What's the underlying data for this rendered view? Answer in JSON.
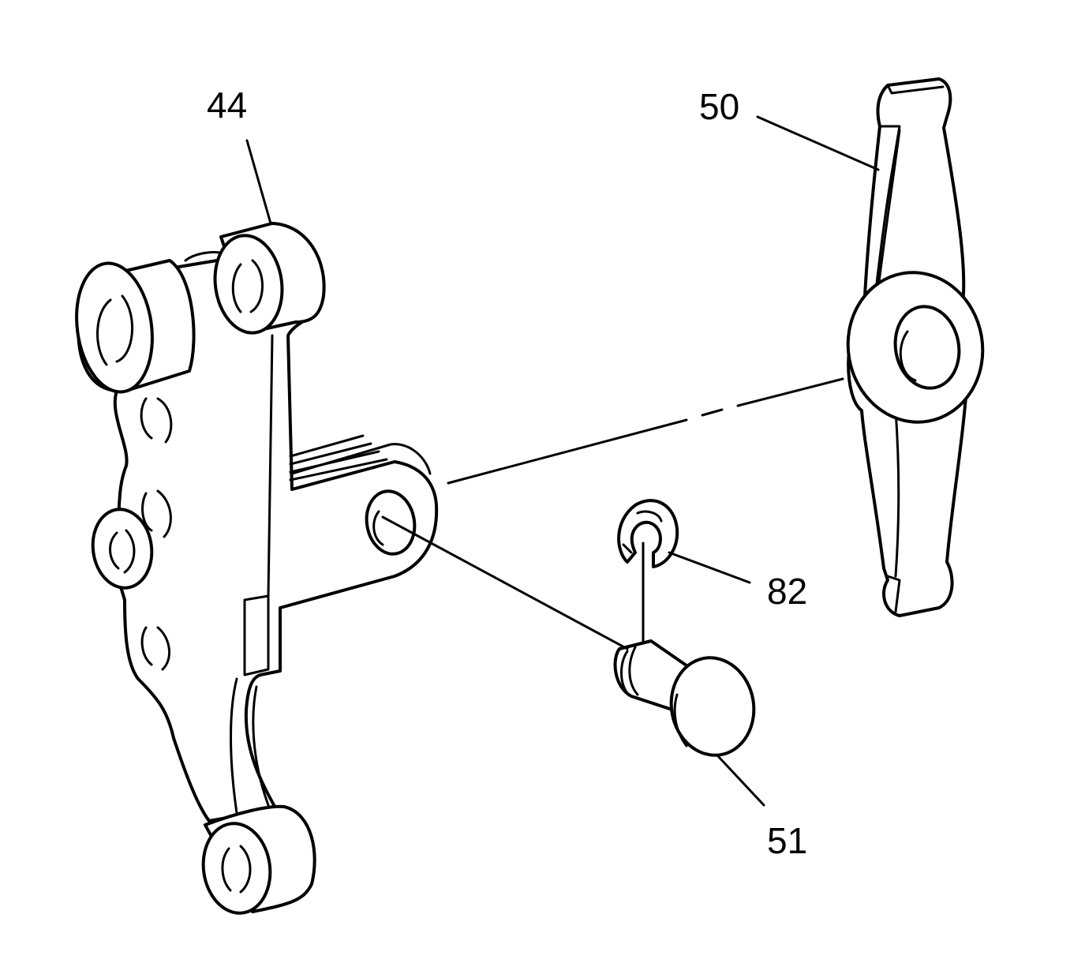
{
  "callouts": {
    "part_44": "44",
    "part_50": "50",
    "part_82": "82",
    "part_51": "51"
  },
  "colors": {
    "line": "#000000",
    "background": "#ffffff"
  }
}
